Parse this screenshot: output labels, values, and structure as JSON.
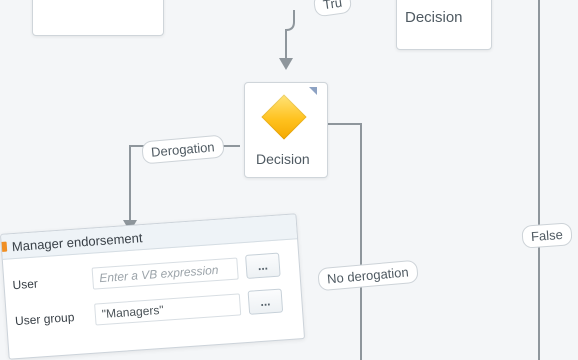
{
  "canvas": {
    "nodes": {
      "top_right_decision": {
        "label": "Decision"
      },
      "center_decision": {
        "label": "Decision"
      }
    },
    "edge_labels": {
      "top_partial": "Tru",
      "derogation": "Derogation",
      "no_derogation": "No derogation",
      "false": "False"
    },
    "activity": {
      "title": "Manager endorsement",
      "fields": {
        "user": {
          "label": "User",
          "placeholder": "Enter a VB expression"
        },
        "user_group": {
          "label": "User group",
          "value": "\"Managers\""
        }
      },
      "button_label": "..."
    }
  },
  "icons": {
    "decision_icon": "diamond-icon",
    "corner_icon": "triangle-indicator-icon",
    "flag_icon": "flag-icon"
  },
  "colors": {
    "background": "#f4f6f8",
    "node_border": "#cfd5da",
    "decision_yellow": "#ffc21f",
    "accent_orange": "#f08f24"
  }
}
